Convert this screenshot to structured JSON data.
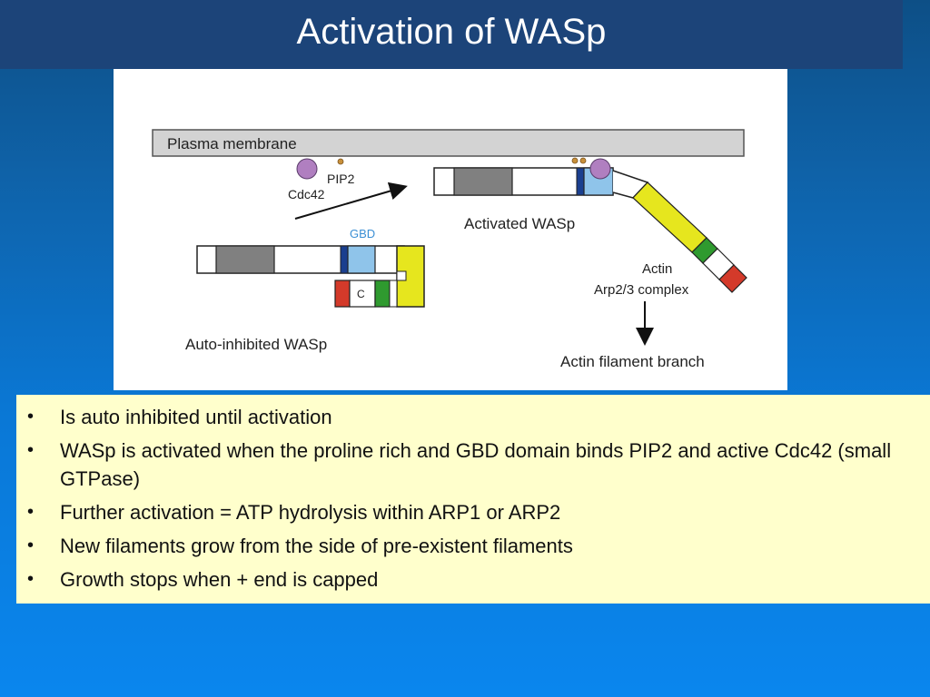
{
  "slide": {
    "title": "Activation of WASp"
  },
  "diagram": {
    "plasma_membrane": "Plasma membrane",
    "pip2": "PIP2",
    "cdc42": "Cdc42",
    "gbd": "GBD",
    "c_domain": "C",
    "activated_wasp": "Activated WASp",
    "auto_inhibited_wasp": "Auto-inhibited WASp",
    "actin": "Actin",
    "arp23_complex": "Arp2/3 complex",
    "actin_filament_branch": "Actin filament branch",
    "colors": {
      "membrane": "#d3d3d3",
      "cdc42": "#b07fc0",
      "pip2": "#c8903a",
      "gray_domain": "#808080",
      "blue_domain": "#1a3f8f",
      "gbd_light_blue": "#8fc4ea",
      "yellow_domain": "#e6e61e",
      "green_domain": "#2f9a2f",
      "red_domain": "#d43a2a"
    }
  },
  "bullets": [
    "Is auto inhibited until activation",
    "WASp is activated when the proline rich and GBD domain binds PIP2 and active Cdc42 (small GTPase)",
    "Further activation = ATP hydrolysis within ARP1 or ARP2",
    "New filaments grow from the side of pre-existent filaments",
    "Growth stops when + end is capped"
  ],
  "bullet_symbol": "•"
}
